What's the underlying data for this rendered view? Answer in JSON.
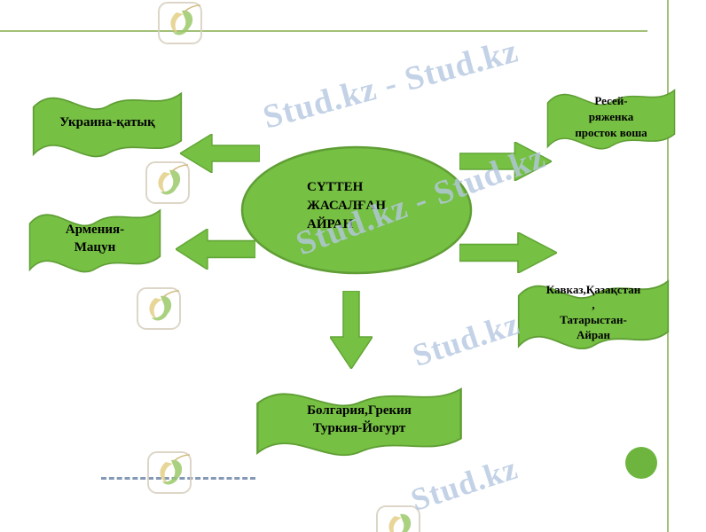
{
  "watermark": {
    "long": "Stud.kz - Stud.kz",
    "short": "Stud.kz"
  },
  "colors": {
    "shape_fill": "#76c043",
    "shape_stroke": "#5f9e35",
    "frame_line": "#a3c078",
    "dash_line": "#8499b5",
    "watermark": "#b5c8e0",
    "circle": "#6db53f"
  },
  "center_oval": {
    "lines": [
      "СҮТТЕН",
      "ЖАСАЛҒАН",
      "АЙРАН"
    ]
  },
  "banners": {
    "ukraine": {
      "lines": [
        "Украина-қатық"
      ]
    },
    "armenia": {
      "lines": [
        "Армения-",
        "Мацун"
      ]
    },
    "russia": {
      "lines": [
        "Ресей-",
        "ряженка",
        "просток воша"
      ]
    },
    "caucasus": {
      "lines": [
        "Кавказ,Қазақстан",
        ",",
        "Татарыстан-",
        "Айран"
      ]
    },
    "bulgaria": {
      "lines": [
        "Болгария,Грекия",
        "Туркия-Йогурт"
      ]
    }
  }
}
